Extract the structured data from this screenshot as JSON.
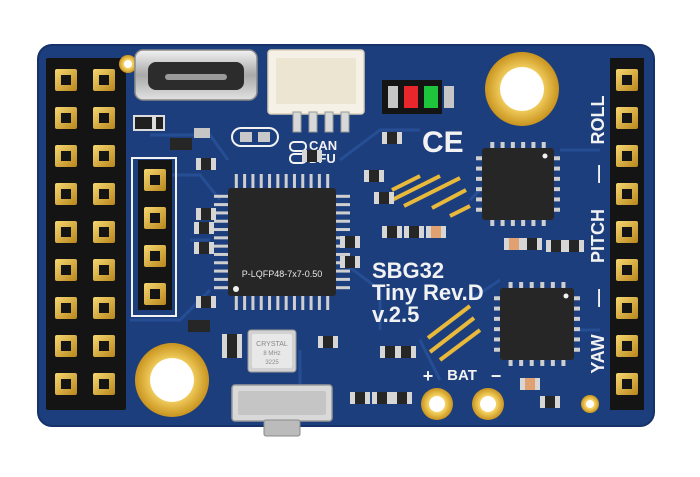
{
  "board": {
    "title": "SBG32",
    "model": "Tiny Rev.D",
    "version": "v.2.5",
    "colors": {
      "pcb": "#1d3e7c",
      "gold": "#e8b93a",
      "chip": "#262626",
      "silk": "#f2f2f2"
    }
  },
  "mcu": {
    "label": "P-LQFP48-7x7-0.50"
  },
  "crystal": {
    "line1": "CRYSTAL",
    "line2": "8 MHz",
    "line3": "3225"
  },
  "jumpers": {
    "can": "CAN",
    "dfu": "DFU"
  },
  "power": {
    "plus": "+",
    "label": "BAT",
    "minus": "−"
  },
  "axes": {
    "roll": "ROLL",
    "pitch": "PITCH",
    "yaw": "YAW",
    "dash": "—"
  },
  "ce_mark": "CE",
  "leds": [
    {
      "name": "red",
      "color": "#e8262b"
    },
    {
      "name": "green",
      "color": "#1fc43d"
    }
  ]
}
